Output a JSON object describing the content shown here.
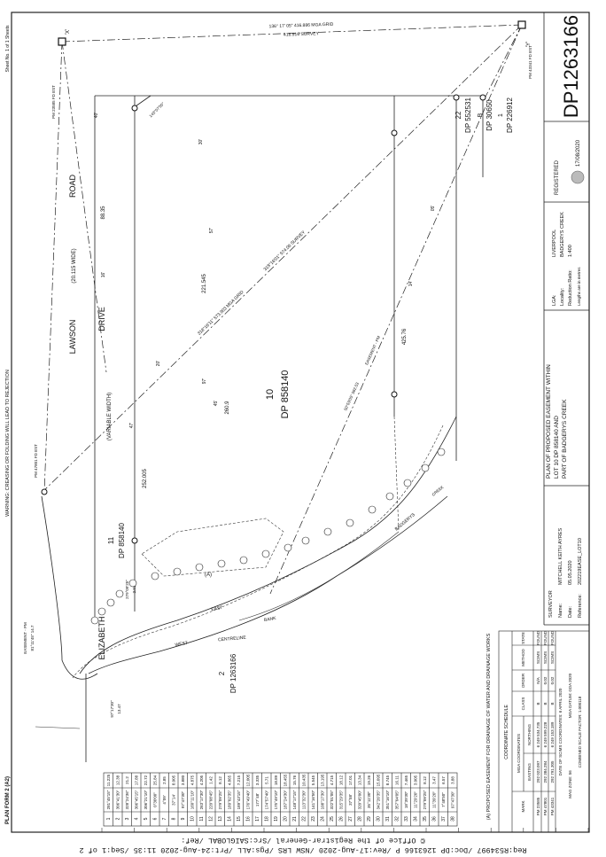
{
  "sheet": {
    "sheet_no": "Sheet No. 1 of 1 Sheets",
    "form": "PLAN FORM 2 (A2)",
    "warning": "WARNING: CREASING OR FOLDING WILL LEAD TO REJECTION",
    "footer_req": "Req:R534997 /Doc:DP 1263166 P /Rev:17-Aug-2020 /NSW LRS /Pgs:ALL /Prt:24-Aug-2020 11:35 /Seq:1 of 2",
    "footer_copy": "© Office of the Registrar-General /Src:SAIGLOBAL /Ref:"
  },
  "title_block": {
    "plan_number": "DP1263166",
    "registered_label": "REGISTERED",
    "registered_date": "17/08/2020",
    "lga_label": "LGA:",
    "lga": "LIVERPOOL",
    "locality_label": "Locality:",
    "locality": "BADGERYS CREEK",
    "ratio_label": "Reduction Ratio:",
    "ratio": "1:400",
    "lengths_note": "Lengths are in metres",
    "plan_title": [
      "PLAN OF PROPOSED EASEMENT WITHIN",
      "LOT 10 DP 858140 AND",
      "PART OF BADGERYS CREEK"
    ],
    "surveyor_label": "SURVEYOR",
    "name_label": "Name:",
    "name": "MITCHELL KEITH AYRES",
    "date_label": "Date:",
    "date": "05.05.2020",
    "reference_label": "Reference:",
    "reference": "202219EASE_LOT10"
  },
  "plan": {
    "road_1": "ELIZABETH",
    "road_1b": "DRIVE",
    "road_1_width": "(VARIABLE WIDTH)",
    "road_2": "LAWSON",
    "road_2b": "ROAD",
    "road_2_width": "(20.115 WIDE)",
    "lot_main": "10",
    "lot_main_dp": "DP 858140",
    "lot_11": "11",
    "lot_11_dp": "DP 858140",
    "lot_2": "2",
    "lot_2_dp": "DP 1263166",
    "lot_22": "22",
    "lot_22_dp": "DP 552531",
    "lot_b": "B",
    "lot_b_dp": "DP 30650",
    "lot_1": "1",
    "lot_1_dp": "DP 226912",
    "point_x": "'X'",
    "point_y": "'Y'",
    "pm_x": "PM 23585 FD EST",
    "pm_y": "PM 43341 FD EST",
    "pm_47801": "PM 47801 FD EST",
    "top_bearing": "136° 17' 05\" 416.886 MGA GRID",
    "top_bearing_survey": "416.916 SURVEY",
    "diag_bearing": "318°16'11\" 573.903 MGA GRID",
    "diag_bearing_survey": "318°16'01\" 574.06 SURVEY",
    "easement_pm": "EASEMENT - PM",
    "easement_pm_bearing": "50°59'05\" 582.53",
    "easement_pm_left": "EASEMENT - PM",
    "easement_pm_left_bearing": "81°11'45\" 14.7",
    "dim_260": "260.9",
    "dim_252": "252.005",
    "dim_221": "221.545",
    "dim_88": "88.35",
    "dim_425": "425.76",
    "dim_40": "40'",
    "dim_16": "16'",
    "dim_57": "57'",
    "dim_30": "30'",
    "dim_97": "97'",
    "dim_45": "45'",
    "dim_47": "47'",
    "dim_20": "20'",
    "dim_14": "14'",
    "dim_05": "05'",
    "corner_bearing": "143°07'50\"",
    "creek": "CREEK",
    "badgerys": "BADGERYS",
    "bank": "BANK",
    "centreline": "CENTRELINE",
    "west": "WEST",
    "east": "EAST",
    "easement_a": "(A)",
    "easement_note": "(A) PROPOSED EASEMENT FOR DRAINAGE OF WATER AND DRAINAGE WORKS",
    "sp_bearing": "97°17'30\"",
    "sp_dist": "13.47",
    "rm_left": "279°09'25\"",
    "rm_left_dist": "2.91"
  },
  "line_table": {
    "rows": [
      [
        "1",
        "281°45'15\"",
        "11.225"
      ],
      [
        "2",
        "306°41'30\"",
        "12.38"
      ],
      [
        "3",
        "328°24'36\"",
        "21.2"
      ],
      [
        "4",
        "306°45'15\"",
        "17.88"
      ],
      [
        "5",
        "306°21'10\"",
        "22.72"
      ],
      [
        "6",
        "0°30'00\"",
        "25.84"
      ],
      [
        "7",
        "4°09'",
        "2.85"
      ],
      [
        "8",
        "37°14'",
        "8.005"
      ],
      [
        "9",
        "97°47'30\"",
        "3.880"
      ],
      [
        "10",
        "160°11'10\"",
        "4.875"
      ],
      [
        "11",
        "263°17'30\"",
        "4.205"
      ],
      [
        "12",
        "220°08'45\"",
        "1.42"
      ],
      [
        "13",
        "279°09'25\"",
        "8.12"
      ],
      [
        "14",
        "189°02'35\"",
        "4.865"
      ],
      [
        "15",
        "189°43'15\"",
        "7.215"
      ],
      [
        "16",
        "176°49'40\"",
        "12.005"
      ],
      [
        "17",
        "177°48'",
        "3.335"
      ],
      [
        "18",
        "174°57'40\"",
        "5.71"
      ],
      [
        "19",
        "175°49'10\"",
        "18.89"
      ],
      [
        "20",
        "187°24'30\"",
        "18.455"
      ],
      [
        "21",
        "148°17'15\"",
        "15.76"
      ],
      [
        "22",
        "113°32'30\"",
        "10.435"
      ],
      [
        "23",
        "141°16'50\"",
        "5.545"
      ],
      [
        "24",
        "108°17'30\"",
        "13.195"
      ],
      [
        "25",
        "322°01'05\"",
        "4.715"
      ],
      [
        "26",
        "315°29'35\"",
        "18.12"
      ],
      [
        "27",
        "37°58'",
        "17.01"
      ],
      [
        "28",
        "320°45'00\"",
        "13.34"
      ],
      [
        "29",
        "35°11'30\"",
        "19.26"
      ],
      [
        "30",
        "342°26'35\"",
        "15.095"
      ],
      [
        "31",
        "351°16'10\"",
        "8.745"
      ],
      [
        "32",
        "357°04'05\"",
        "16.11"
      ],
      [
        "33",
        "18°39'30\"",
        "7.465"
      ],
      [
        "34",
        "11°29'20\"",
        "3.005"
      ],
      [
        "35",
        "279°09'25\"",
        "8.12"
      ],
      [
        "36",
        "11°39'20\"",
        "3.47"
      ],
      [
        "37",
        "7°48'50\"",
        "6.57"
      ],
      [
        "38",
        "97°47'30\"",
        "3.88"
      ]
    ]
  },
  "coordinate_schedule": {
    "title": "COORDINATE SCHEDULE",
    "headers": {
      "mark": "MARK",
      "mga": "MGA COORDINATES",
      "easting": "EASTING",
      "northing": "NORTHING",
      "class": "CLASS",
      "order": "ORDER",
      "method": "METHOD",
      "state": "STATE"
    },
    "rows": [
      [
        "PM 23585",
        "292 023.097",
        "6 249 534.735",
        "B",
        "N/A",
        "SCIMS",
        "FOUND"
      ],
      [
        "PM 47801",
        "292 384.284",
        "6 249 599.228",
        "B",
        "0.02",
        "SCIMS",
        "FOUND"
      ],
      [
        "PM 43341",
        "292 791.305",
        "6 249 153.189",
        "B",
        "0.02",
        "SCIMS",
        "FOUND"
      ]
    ],
    "date_note": "DATE OF SCIMS COORDINATES: 6 APRIL 2020",
    "zone": "MAG ZONE: 56",
    "datum": "MGA DATUM: GDA 2020",
    "scale_factor": "COMBINED SCALE FACTOR: 1.000118"
  }
}
